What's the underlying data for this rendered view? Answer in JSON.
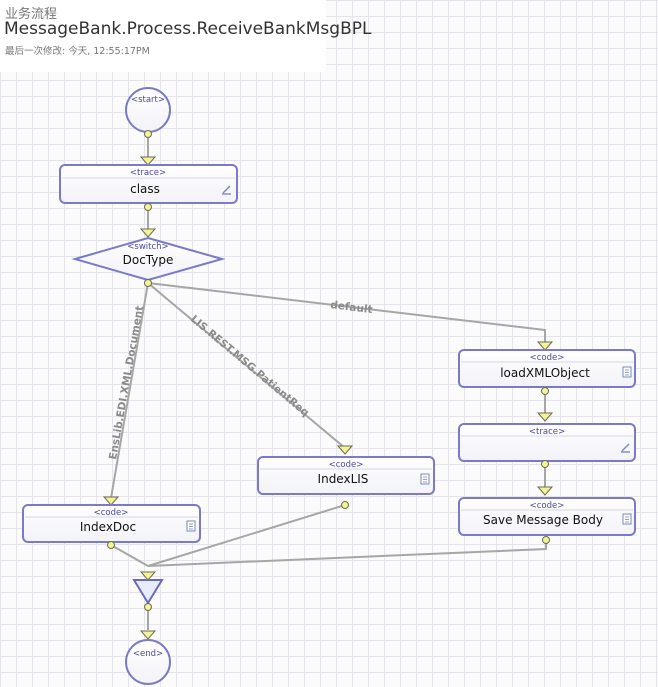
{
  "header": {
    "category": "业务流程",
    "title": "MessageBank.Process.ReceiveBankMsgBPL",
    "modified": "最后一次修改: 今天, 12:55:17PM"
  },
  "diagram": {
    "start": {
      "type": "<start>"
    },
    "trace1": {
      "type": "<trace>",
      "name": "class"
    },
    "switch": {
      "type": "<switch>",
      "name": "DocType"
    },
    "load": {
      "type": "<code>",
      "name": "loadXMLObject"
    },
    "trace2": {
      "type": "<trace>",
      "name": ""
    },
    "save": {
      "type": "<code>",
      "name": "Save Message Body"
    },
    "indexlis": {
      "type": "<code>",
      "name": "IndexLIS"
    },
    "indexdoc": {
      "type": "<code>",
      "name": "IndexDoc"
    },
    "end": {
      "type": "<end>"
    },
    "edge_labels": {
      "default": "default",
      "lis": "LIS.REST.MSG.PatientReq",
      "ens": "EnsLib.EDI.XML.Document"
    },
    "colors": {
      "node_border": "#7a7ac8",
      "node_fill": "#ffffff",
      "connector": "#a6a6a6",
      "port_fill": "#f3f39a",
      "join_fill": "#e8ecff"
    },
    "icons": [
      "pencil-icon",
      "document-icon"
    ]
  }
}
